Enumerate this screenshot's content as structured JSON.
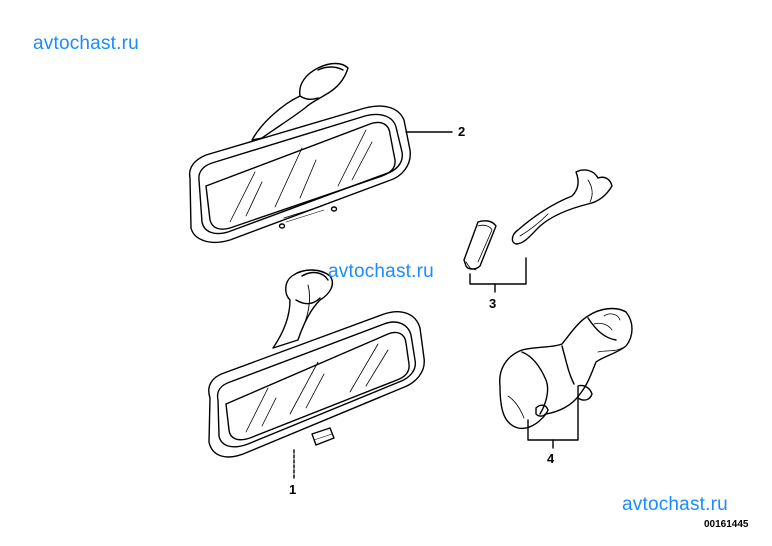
{
  "watermarks": [
    "avtochast.ru",
    "avtochast.ru",
    "avtochast.ru"
  ],
  "callouts": [
    "1",
    "2",
    "3",
    "4"
  ],
  "document_number": "00161445",
  "colors": {
    "watermark": "#1a8cff",
    "line": "#000000",
    "background": "#ffffff"
  }
}
